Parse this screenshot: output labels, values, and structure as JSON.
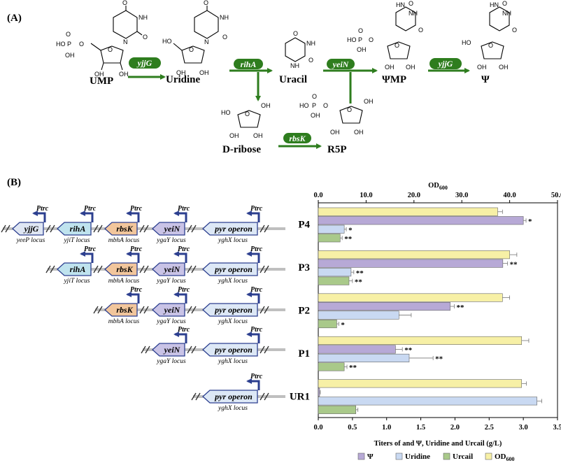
{
  "panelA": {
    "label": "(A)",
    "compounds": [
      "UMP",
      "Uridine",
      "Uracil",
      "ΨMP",
      "Ψ",
      "D-ribose",
      "R5P"
    ],
    "enzymes": [
      "yjjG",
      "rihA",
      "yeiN",
      "yjjG",
      "rbsK"
    ],
    "atom_labels": {
      "O": "O",
      "OH": "OH",
      "HO": "HO",
      "NH": "NH",
      "HN": "HN",
      "N": "N",
      "P": "P"
    }
  },
  "panelB": {
    "label": "(B)",
    "ptrc": "Ptrc",
    "genes": {
      "yjjG": "yjjG",
      "rihA": "rihA",
      "rbsK": "rbsK",
      "yeiN": "yeiN",
      "pyr": "pyr",
      "operon": "operon"
    },
    "loci": {
      "yeeP": "yeeP locus",
      "yjiT": "yjiT locus",
      "mbhA": "mbhA locus",
      "ygaY": "ygaY locus",
      "yghX": "yghX locus"
    },
    "strains": [
      "P4",
      "P3",
      "P2",
      "P1",
      "UR1"
    ],
    "significance": {
      "one": "*",
      "two": "**"
    }
  },
  "colors": {
    "enzyme": "#2e7d1e",
    "psi": "#b7a9d6",
    "uridine": "#c9d9f2",
    "uracil": "#a9c98a",
    "od600": "#f7f0a6",
    "promoter": "#2c3f8f",
    "yjjG_fill": "#dfe6f3",
    "rihA_fill": "#bfe3ee",
    "rbsK_fill": "#f2c69c",
    "yeiN_fill": "#c9c3e6",
    "pyr_fill": "#dde8f6"
  },
  "chart_data": {
    "type": "bar",
    "orientation": "horizontal",
    "categories": [
      "P4",
      "P3",
      "P2",
      "P1",
      "UR1"
    ],
    "series": [
      {
        "name": "Ψ",
        "values": [
          3.0,
          2.7,
          1.93,
          1.13,
          0.02
        ],
        "errors": [
          0.04,
          0.07,
          0.06,
          0.1,
          0.01
        ],
        "sig": [
          "*",
          "**",
          "**",
          "**",
          ""
        ]
      },
      {
        "name": "Uridine",
        "values": [
          0.38,
          0.48,
          1.18,
          1.33,
          3.2
        ],
        "errors": [
          0.03,
          0.04,
          0.18,
          0.35,
          0.07
        ],
        "sig": [
          "*",
          "**",
          "",
          "**",
          ""
        ]
      },
      {
        "name": "Urcail",
        "values": [
          0.32,
          0.45,
          0.27,
          0.38,
          0.55
        ],
        "errors": [
          0.03,
          0.05,
          0.03,
          0.04,
          0.03
        ],
        "sig": [
          "**",
          "**",
          "*",
          "**",
          ""
        ]
      }
    ],
    "od_series": {
      "name": "OD600",
      "values": [
        37.5,
        40.0,
        38.5,
        42.5,
        42.5
      ],
      "errors": [
        1.0,
        1.5,
        1.5,
        1.5,
        1.0
      ]
    },
    "xlabel": "Titers of and Ψ, Uridine and Urcail (g/L)",
    "top_axis_label": "OD",
    "top_axis_sub": "600",
    "xlim": [
      0,
      3.5
    ],
    "xticks": [
      "0.0",
      "0.5",
      "1.0",
      "1.5",
      "2.0",
      "2.5",
      "3.0",
      "3.5"
    ],
    "top_xlim": [
      0,
      50
    ],
    "top_xticks": [
      "0.0",
      "10.0",
      "20.0",
      "30.0",
      "40.0",
      "50.0"
    ],
    "legend": [
      "Ψ",
      "Uridine",
      "Urcail",
      "OD"
    ],
    "legend_od_sub": "600",
    "legend_position": "bottom"
  }
}
